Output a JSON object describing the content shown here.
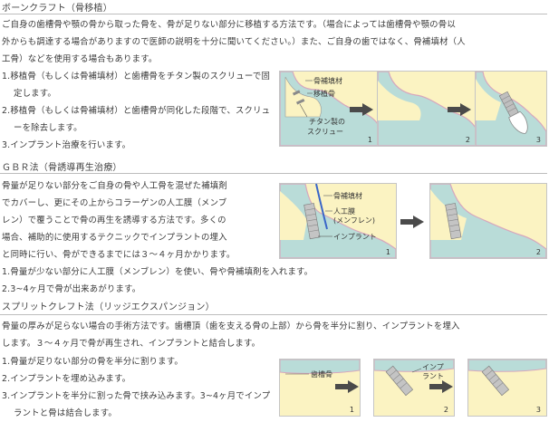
{
  "bone_graft": {
    "title": "ボーンクラフト（骨移植）",
    "description_lines": [
      "ご自身の歯槽骨や顎の骨から取った骨を、骨が足りない部分に移植する方法です。（場合によっては歯槽骨や顎の骨以",
      "外からも調達する場合がありますので医師の説明を十分に聞いてください。）また、ご自身の歯ではなく、骨補填材（人",
      "工骨）などを使用する場合もあります。"
    ],
    "steps": [
      "1.移植骨（もしくは骨補填材）と歯槽骨をチタン製のスクリューで固定します。",
      "2.移植骨（もしくは骨補填材）と歯槽骨が同化した段階で、スクリューを除去します。",
      "3.インプラント治療を行います。"
    ],
    "labels": {
      "material": "骨補填材",
      "graft": "移植骨",
      "screw_line1": "チタン製の",
      "screw_line2": "スクリュー"
    },
    "panel_numbers": [
      "1",
      "2",
      "3"
    ]
  },
  "gbr": {
    "title": "ＧＢＲ法（骨誘導再生治療）",
    "description_lines": [
      "骨量が足りない部分をご自身の骨や人工骨を混ぜた補填剤",
      "でカバーし、更にその上からコラーゲンの人工膜（メンブ",
      "レン）で覆うことで骨の再生を誘導する方法です。多くの",
      "場合、補助的に使用するテクニックでインプラントの埋入",
      "と同時に行い、骨ができるまでには３～４ヶ月かかります。"
    ],
    "steps": [
      "1.骨量が少ない部分に人工膜（メンブレン）を使い、骨や骨補填剤を入れます。",
      "2.3~4ヶ月で骨が出来あがります。"
    ],
    "labels": {
      "material": "骨補填材",
      "membrane_line1": "人工膜",
      "membrane_line2": "(メンフレン)",
      "implant": "インプラント"
    },
    "panel_numbers": [
      "1",
      "2"
    ]
  },
  "split_crest": {
    "title": "スプリットクレフト法（リッジエクスパンジョン）",
    "description_lines": [
      "骨量の厚みが足らない場合の手術方法です。歯槽頂（歯を支える骨の上部）から骨を半分に割り、インプラントを埋入",
      "します。３～４ヶ月で骨が再生され、インプラントと結合します。"
    ],
    "steps": [
      "1.骨量が足りない部分の骨を半分に割ります。",
      "2.インプラントを埋め込みます。",
      "3.インプラントを半分に割った骨で挟み込みます。3~4ヶ月でインプラントと骨は結合します。"
    ],
    "labels": {
      "alveolar_bone": "歯槽骨",
      "implant_line1": "インプ",
      "implant_line2": "ラント"
    },
    "panel_numbers": [
      "1",
      "2",
      "3"
    ]
  },
  "colors": {
    "bone": "#fbf3c2",
    "gum": "#b9dcd8",
    "gum_edge": "#d7a7bd",
    "membrane": "#3a66c8",
    "arrow": "#4a4a4a",
    "rule": "#bdbdbd"
  }
}
